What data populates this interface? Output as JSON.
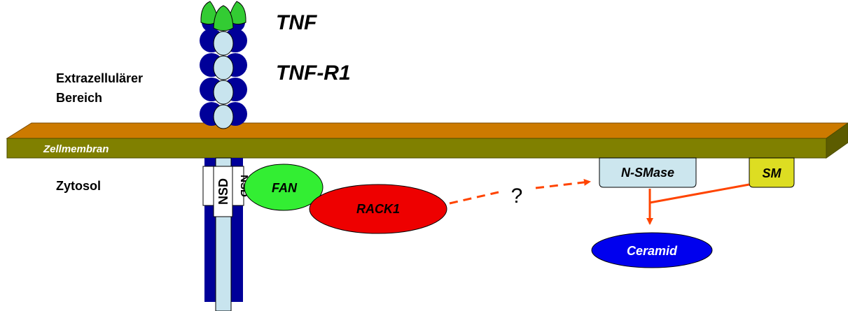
{
  "labels": {
    "tnf": "TNF",
    "tnf_r1": "TNF-R1",
    "extracellular_line1": "Extrazellulärer",
    "extracellular_line2": "Bereich",
    "membrane": "Zellmembran",
    "cytosol": "Zytosol",
    "nsd": "NSD",
    "fan": "FAN",
    "rack1": "RACK1",
    "question": "?",
    "nsmase": "N-SMase",
    "sm": "SM",
    "ceramid": "Ceramid"
  },
  "colors": {
    "membrane_top": "#cc7a00",
    "membrane_front": "#808000",
    "membrane_side": "#5c5c00",
    "receptor_blue": "#000099",
    "receptor_light": "#c8e4ee",
    "tnf_green": "#33cc33",
    "fan_green": "#33ee33",
    "rack1_red": "#ee0000",
    "nsmase_fill": "#cce6ee",
    "sm_fill": "#dddd22",
    "ceramid_blue": "#0000ee",
    "arrow_orange": "#ff4400"
  }
}
